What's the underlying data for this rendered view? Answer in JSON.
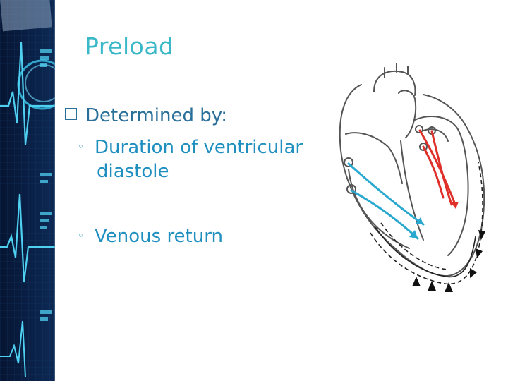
{
  "slide": {
    "title": "Preload",
    "bullet": {
      "icon": "checkbox-bullet-icon",
      "text": "Determined by:"
    },
    "subbullets": [
      {
        "icon": "ring-bullet-icon",
        "line1": "Duration of ventricular",
        "line2": "diastole"
      },
      {
        "icon": "ring-bullet-icon",
        "line1": "Venous return"
      }
    ]
  },
  "colors": {
    "title": "#3ab8c8",
    "text": "#1f8fc0",
    "sidebar_bg": "#0a1e3c",
    "ecg": "#4fd0f0",
    "arrow_blue": "#29a8d0",
    "arrow_red": "#e0302a"
  }
}
